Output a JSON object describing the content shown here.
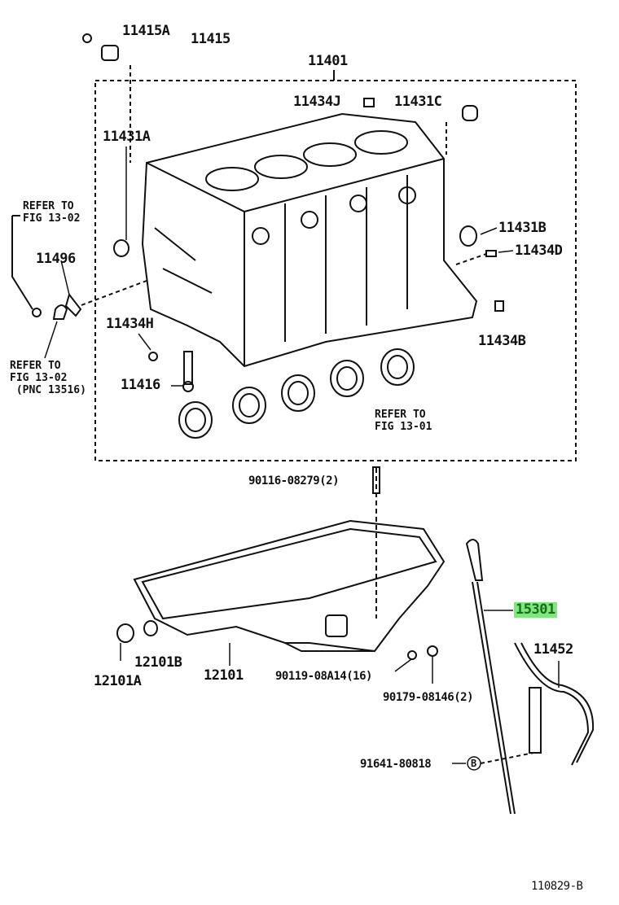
{
  "diagram": {
    "figure_code": "110829-B",
    "highlight_color": "#7ee87e",
    "labels": {
      "p11415A": "11415A",
      "p11415": "11415",
      "p11401": "11401",
      "p11434J": "11434J",
      "p11431C": "11431C",
      "p11431A": "11431A",
      "p11496": "11496",
      "p11431B": "11431B",
      "p11434D": "11434D",
      "p11434H": "11434H",
      "p11434B": "11434B",
      "p11416": "11416",
      "p90116": "90116-08279(2)",
      "p15301": "15301",
      "p11452": "11452",
      "p12101B": "12101B",
      "p12101": "12101",
      "p12101A": "12101A",
      "p90119": "90119-08A14(16)",
      "p90179": "90179-08146(2)",
      "p91641": "91641-80818",
      "p91641_mark": "B"
    },
    "refs": {
      "ref1_line1": "REFER TO",
      "ref1_line2": "FIG 13-02",
      "ref2_line1": "REFER TO",
      "ref2_line2": "FIG 13-02",
      "ref2_line3": "(PNC 13516)",
      "ref3_line1": "REFER TO",
      "ref3_line2": "FIG 13-01"
    }
  }
}
